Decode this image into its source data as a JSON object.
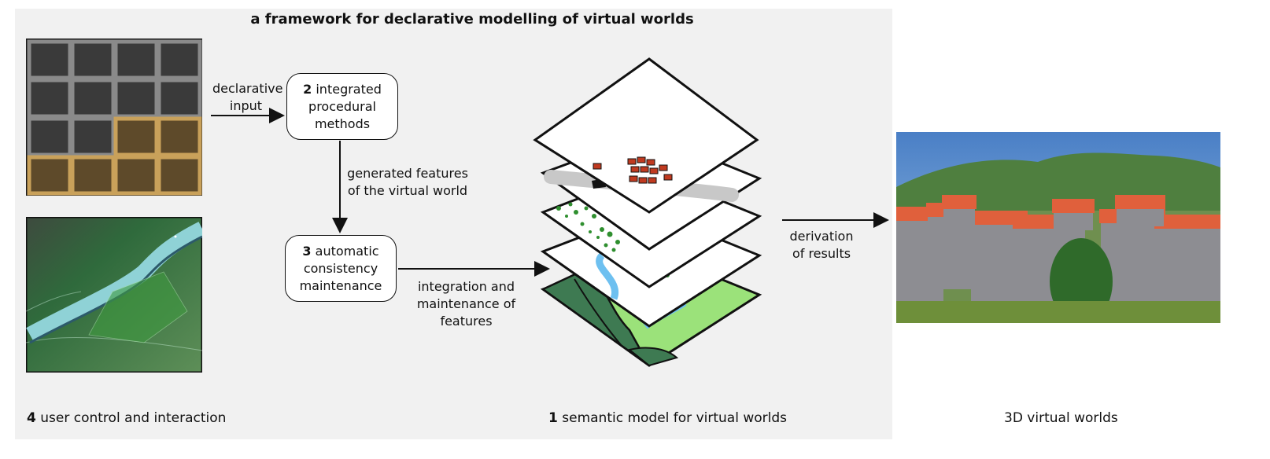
{
  "title": "a framework for declarative modelling of virtual worlds",
  "boxes": {
    "procedural": {
      "number": "2",
      "text": "integrated procedural methods"
    },
    "consistency": {
      "number": "3",
      "text": "automatic consistency maintenance"
    }
  },
  "arrows": {
    "input": "declarative input",
    "generated": "generated features of the virtual world",
    "integration": "integration and maintenance of features",
    "derivation": "derivation of results"
  },
  "captions": {
    "user_num": "4",
    "user": "user control and interaction",
    "semantic_num": "1",
    "semantic": "semantic model for virtual worlds",
    "worlds": "3D virtual worlds"
  },
  "colors": {
    "panel": "#f1f1f1",
    "tile_gray": "#8a8a8a",
    "tile_gold": "#c9a15a",
    "water": "#6ec0f0",
    "grass": "#9be27a",
    "forest": "#3e7a52",
    "roof": "#c03a20",
    "tree": "#2f8f2f"
  }
}
